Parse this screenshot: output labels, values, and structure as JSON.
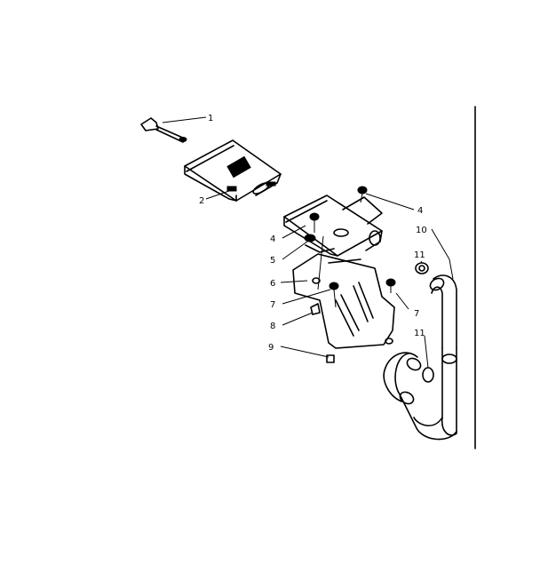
{
  "callouts": [
    {
      "id": "c1",
      "text": "1"
    },
    {
      "id": "c2",
      "text": "2"
    },
    {
      "id": "c4a",
      "text": "4"
    },
    {
      "id": "c4b",
      "text": "4"
    },
    {
      "id": "c5",
      "text": "5"
    },
    {
      "id": "c6",
      "text": "6"
    },
    {
      "id": "c7a",
      "text": "7"
    },
    {
      "id": "c7b",
      "text": "7"
    },
    {
      "id": "c8",
      "text": "8"
    },
    {
      "id": "c9",
      "text": "9"
    },
    {
      "id": "c10",
      "text": "10"
    },
    {
      "id": "c11a",
      "text": "11"
    },
    {
      "id": "c11b",
      "text": "11"
    }
  ]
}
